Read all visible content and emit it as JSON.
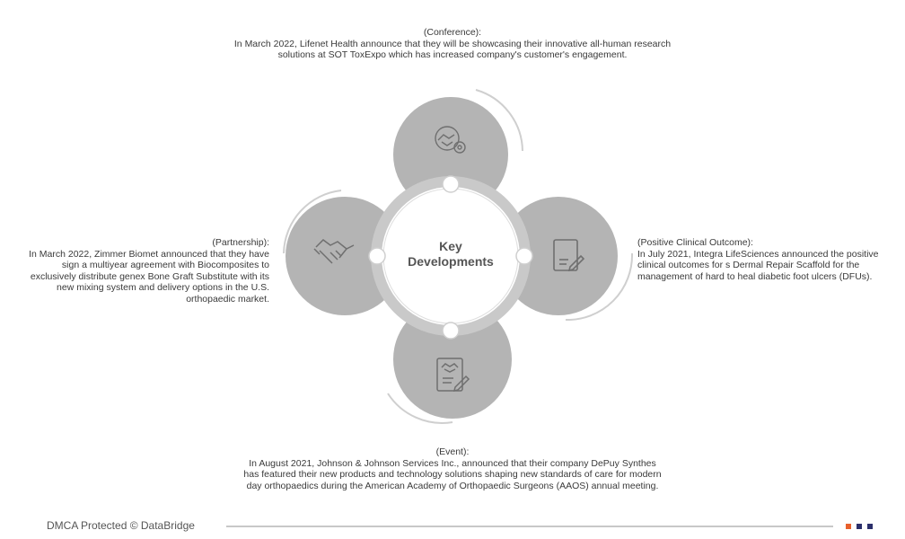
{
  "center": {
    "line1": "Key",
    "line2": "Developments"
  },
  "conference": {
    "heading": "(Conference):",
    "body": "In March 2022, Lifenet Health announce that they will be showcasing their innovative all-human research solutions at SOT ToxExpo which has increased company's customer's engagement."
  },
  "partnership": {
    "heading": "(Partnership):",
    "body": "In March 2022, Zimmer Biomet announced that they have sign a multiyear agreement with Biocomposites to exclusively distribute genex Bone Graft Substitute with its new mixing system and delivery options in the U.S. orthopaedic market."
  },
  "clinical": {
    "heading": "(Positive Clinical Outcome):",
    "body": "In July 2021, Integra LifeSciences announced the positive clinical outcomes for s Dermal Repair Scaffold for the management of hard to heal diabetic foot ulcers (DFUs)."
  },
  "event": {
    "heading": "(Event):",
    "body": "In August 2021, Johnson & Johnson Services Inc., announced that their company DePuy Synthes has featured their new products and technology solutions shaping new standards of care for modern day orthopaedics during the American Academy of Orthopaedic Surgeons (AAOS) annual meeting."
  },
  "footer": {
    "text": "DMCA Protected © DataBridge"
  },
  "colors": {
    "petal": "#b4b4b4",
    "petal_dark": "#a6a6a6",
    "ring": "#c9c9c9",
    "ring_inner": "#ffffff",
    "icon": "#6f6f6f",
    "accent_orange": "#e8602c",
    "accent_navy": "#2b2f6b"
  },
  "icons": {
    "top": "handshake-gear-icon",
    "left": "handshake-icon",
    "right": "document-pencil-icon",
    "bottom": "contract-handshake-icon"
  }
}
